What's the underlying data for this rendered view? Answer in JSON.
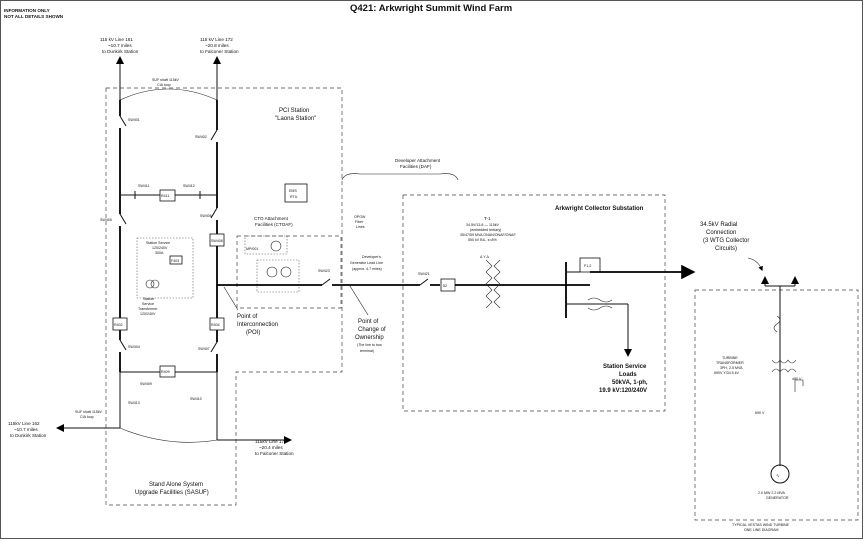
{
  "title": "Q421: Arkwright Summit Wind Farm",
  "notice": [
    "INFORMATION ONLY",
    "NOT ALL DETAILS SHOWN"
  ],
  "lines": {
    "l161": [
      "115 kV Line 161",
      "~10.7 miles",
      "to Dunkirk Station"
    ],
    "l172": [
      "115 kV Line 172",
      "~20.8 miles",
      "to Falconer Station"
    ],
    "l162": [
      "115kV Line 162",
      "~10.7 miles",
      "to Dunkirk Station"
    ],
    "l173": [
      "115kV Line 173",
      "~20.4 miles",
      "to Falconer Station"
    ]
  },
  "bus_labels": {
    "top": [
      "SUF shaft 115kV",
      "CIA loop"
    ],
    "bottom": [
      "SUF shaft 115kV",
      "CIA loop"
    ]
  },
  "regions": {
    "pci": [
      "PCI Station",
      "\"Laona Station\""
    ],
    "ctoaf": [
      "CTO Attachment",
      "Facilities (CTOAF)"
    ],
    "daf": [
      "Developer Attachment",
      "Facilities (DAF)"
    ],
    "collector": "Arkwright Collector Substation",
    "sasuf": [
      "Stand Alone System",
      "Upgrade Facilities (SASUF)"
    ]
  },
  "devices": {
    "breakers": [
      "R411",
      "R412",
      "R402",
      "R404",
      "R409"
    ],
    "switches": [
      "SW401",
      "SW402",
      "SW403",
      "SW404",
      "SW405",
      "SW406",
      "SW407",
      "SW408",
      "SW409",
      "SW410",
      "SW411",
      "SW412",
      "SW413",
      "SW420",
      "SW421",
      "SW423"
    ],
    "ems_rtu": [
      "EMS",
      "RTU"
    ],
    "station_service": [
      "Station Service",
      "120/240V",
      "300A",
      "F403"
    ],
    "station_service_tx": [
      "Station",
      "Service",
      "Transformer",
      "120/240V"
    ],
    "fiber": [
      "OPGW",
      "Fiber",
      "Lines"
    ],
    "gen_lead": [
      "Developer's",
      "Generator Lead Line",
      "(approx. 4.7 miles)"
    ],
    "t1": [
      "T-1",
      "34.5V/13.8 — 115kV",
      "(embedded tertiary)",
      "35/47/59 MVA ONAN/ONAF/ONAF",
      "550 kV BIL, z=8%"
    ],
    "f12": "F1-2"
  },
  "annotations": {
    "poi": [
      "Point of",
      "Interconnection",
      "(POI)"
    ],
    "pcoo": [
      "Point of",
      "Change of",
      "Ownership",
      "(The line to bus",
      "terminal)"
    ],
    "ss_loads": [
      "Station Service",
      "Loads",
      "50kVA, 1-ph,",
      "19.9 kV:120/240V"
    ],
    "radial": [
      "34.5kV Radial",
      "Connection",
      "(3 WTG Collector",
      "Circuits)"
    ]
  },
  "turbine": {
    "transformer": [
      "TURBINE",
      "TRANSFORMER",
      "3PH, 2.5 MVA",
      "690V Y/34.5 kV"
    ],
    "v690": "690 V",
    "generator": [
      "2.0 MW 2.2 MVA",
      "GENERATOR"
    ],
    "caption": [
      "TYPICAL VESTAS WIND TURBINE",
      "ONE LINE DIAGRAM"
    ]
  }
}
